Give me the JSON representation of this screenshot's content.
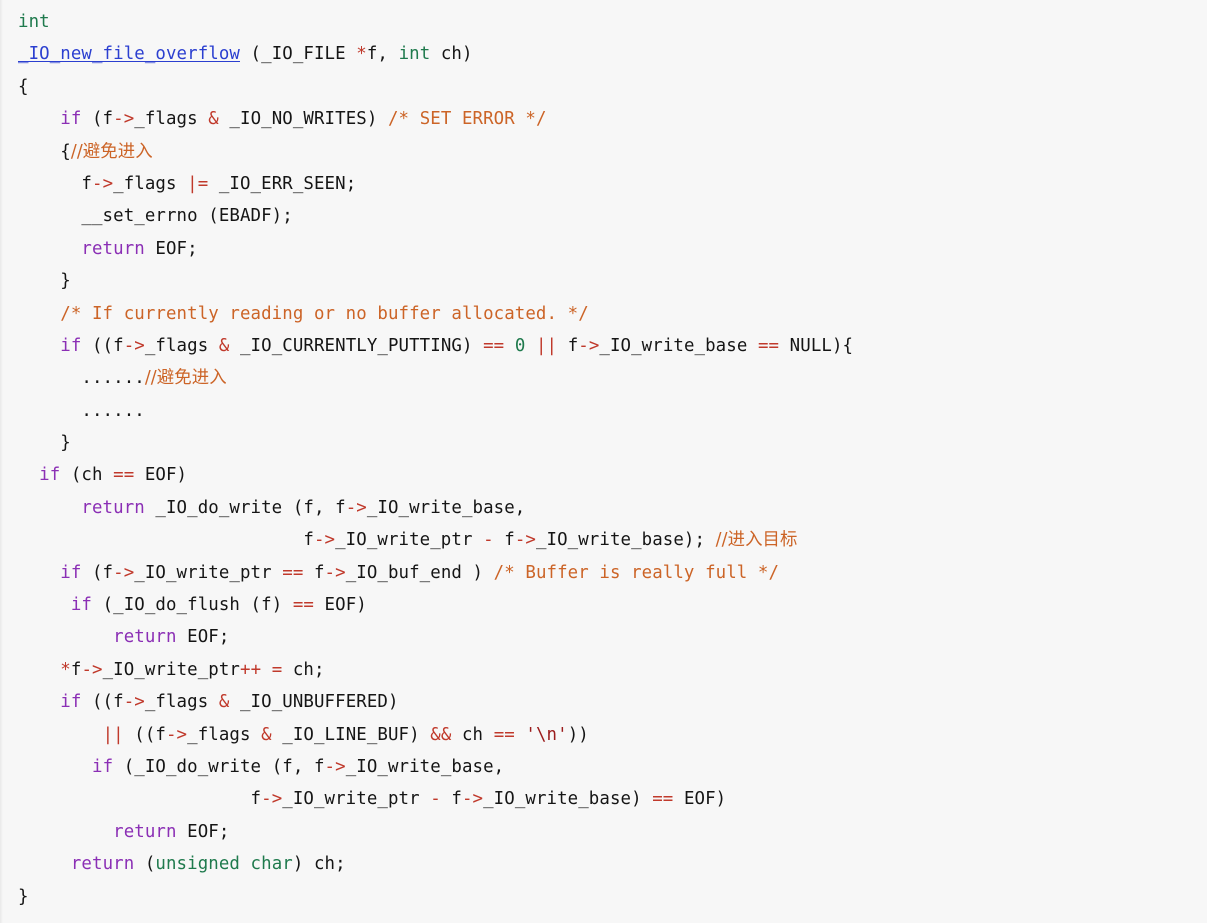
{
  "document": {
    "kind": "source-code-listing",
    "language": "C",
    "function_name": "_IO_new_file_overflow",
    "background_color": "#f7f7f7",
    "palette": {
      "keyword": "#8b2fb5",
      "type": "#1f7a4d",
      "number": "#1f7a4d",
      "operator": "#c0392b",
      "comment": "#cc6427",
      "string": "#9b1c1c",
      "function": "#2b3fd0",
      "plain": "#151515"
    }
  },
  "lines": [
    {
      "n": 1,
      "text": "int"
    },
    {
      "n": 2,
      "text": "_IO_new_file_overflow (_IO_FILE *f, int ch)"
    },
    {
      "n": 3,
      "text": "{"
    },
    {
      "n": 4,
      "text": "    if (f->_flags & _IO_NO_WRITES) /* SET ERROR */"
    },
    {
      "n": 5,
      "text": "    {//避免进入"
    },
    {
      "n": 6,
      "text": "      f->_flags |= _IO_ERR_SEEN;"
    },
    {
      "n": 7,
      "text": "      __set_errno (EBADF);"
    },
    {
      "n": 8,
      "text": "      return EOF;"
    },
    {
      "n": 9,
      "text": "    }"
    },
    {
      "n": 10,
      "text": "    /* If currently reading or no buffer allocated. */"
    },
    {
      "n": 11,
      "text": "    if ((f->_flags & _IO_CURRENTLY_PUTTING) == 0 || f->_IO_write_base == NULL){"
    },
    {
      "n": 12,
      "text": "      ......//避免进入"
    },
    {
      "n": 13,
      "text": "      ......"
    },
    {
      "n": 14,
      "text": "    }"
    },
    {
      "n": 15,
      "text": "  if (ch == EOF)"
    },
    {
      "n": 16,
      "text": "      return _IO_do_write (f, f->_IO_write_base,"
    },
    {
      "n": 17,
      "text": "                           f->_IO_write_ptr - f->_IO_write_base); //进入目标"
    },
    {
      "n": 18,
      "text": "    if (f->_IO_write_ptr == f->_IO_buf_end ) /* Buffer is really full */"
    },
    {
      "n": 19,
      "text": "     if (_IO_do_flush (f) == EOF)"
    },
    {
      "n": 20,
      "text": "         return EOF;"
    },
    {
      "n": 21,
      "text": "    *f->_IO_write_ptr++ = ch;"
    },
    {
      "n": 22,
      "text": "    if ((f->_flags & _IO_UNBUFFERED)"
    },
    {
      "n": 23,
      "text": "        || ((f->_flags & _IO_LINE_BUF) && ch == '\\n'))"
    },
    {
      "n": 24,
      "text": "       if (_IO_do_write (f, f->_IO_write_base,"
    },
    {
      "n": 25,
      "text": "                      f->_IO_write_ptr - f->_IO_write_base) == EOF)"
    },
    {
      "n": 26,
      "text": "         return EOF;"
    },
    {
      "n": 27,
      "text": "     return (unsigned char) ch;"
    },
    {
      "n": 28,
      "text": "}"
    }
  ],
  "tokens": {
    "line1": [
      {
        "t": "int",
        "c": "tok-type"
      }
    ],
    "line2": [
      {
        "t": "_IO_new_file_overflow",
        "c": "tok-fn"
      },
      {
        "t": " (_IO_FILE ",
        "c": "tok-plain"
      },
      {
        "t": "*",
        "c": "tok-op"
      },
      {
        "t": "f, ",
        "c": "tok-plain"
      },
      {
        "t": "int",
        "c": "tok-type"
      },
      {
        "t": " ch)",
        "c": "tok-plain"
      }
    ],
    "line3": [
      {
        "t": "{",
        "c": "tok-plain"
      }
    ],
    "line4": [
      {
        "t": "    ",
        "c": "tok-plain"
      },
      {
        "t": "if",
        "c": "tok-kw"
      },
      {
        "t": " (f",
        "c": "tok-plain"
      },
      {
        "t": "->",
        "c": "tok-op"
      },
      {
        "t": "_flags ",
        "c": "tok-plain"
      },
      {
        "t": "&",
        "c": "tok-op"
      },
      {
        "t": " _IO_NO_WRITES) ",
        "c": "tok-plain"
      },
      {
        "t": "/* SET ERROR */",
        "c": "tok-comment"
      }
    ],
    "line5": [
      {
        "t": "    {",
        "c": "tok-plain"
      },
      {
        "t": "//避免进入",
        "c": "tok-comment cjk"
      }
    ],
    "line6": [
      {
        "t": "      f",
        "c": "tok-plain"
      },
      {
        "t": "->",
        "c": "tok-op"
      },
      {
        "t": "_flags ",
        "c": "tok-plain"
      },
      {
        "t": "|=",
        "c": "tok-op"
      },
      {
        "t": " _IO_ERR_SEEN;",
        "c": "tok-plain"
      }
    ],
    "line7": [
      {
        "t": "      __set_errno (EBADF);",
        "c": "tok-plain"
      }
    ],
    "line8": [
      {
        "t": "      ",
        "c": "tok-plain"
      },
      {
        "t": "return",
        "c": "tok-kw"
      },
      {
        "t": " EOF;",
        "c": "tok-plain"
      }
    ],
    "line9": [
      {
        "t": "    }",
        "c": "tok-plain"
      }
    ],
    "line10": [
      {
        "t": "    ",
        "c": "tok-plain"
      },
      {
        "t": "/* If currently reading or no buffer allocated. */",
        "c": "tok-comment"
      }
    ],
    "line11": [
      {
        "t": "    ",
        "c": "tok-plain"
      },
      {
        "t": "if",
        "c": "tok-kw"
      },
      {
        "t": " ((f",
        "c": "tok-plain"
      },
      {
        "t": "->",
        "c": "tok-op"
      },
      {
        "t": "_flags ",
        "c": "tok-plain"
      },
      {
        "t": "&",
        "c": "tok-op"
      },
      {
        "t": " _IO_CURRENTLY_PUTTING) ",
        "c": "tok-plain"
      },
      {
        "t": "==",
        "c": "tok-op"
      },
      {
        "t": " ",
        "c": "tok-plain"
      },
      {
        "t": "0",
        "c": "tok-num"
      },
      {
        "t": " ",
        "c": "tok-plain"
      },
      {
        "t": "||",
        "c": "tok-op"
      },
      {
        "t": " f",
        "c": "tok-plain"
      },
      {
        "t": "->",
        "c": "tok-op"
      },
      {
        "t": "_IO_write_base ",
        "c": "tok-plain"
      },
      {
        "t": "==",
        "c": "tok-op"
      },
      {
        "t": " NULL){",
        "c": "tok-plain"
      }
    ],
    "line12": [
      {
        "t": "      ......",
        "c": "tok-plain"
      },
      {
        "t": "//避免进入",
        "c": "tok-comment cjk"
      }
    ],
    "line13": [
      {
        "t": "      ......",
        "c": "tok-plain"
      }
    ],
    "line14": [
      {
        "t": "    }",
        "c": "tok-plain"
      }
    ],
    "line15": [
      {
        "t": "  ",
        "c": "tok-plain"
      },
      {
        "t": "if",
        "c": "tok-kw"
      },
      {
        "t": " (ch ",
        "c": "tok-plain"
      },
      {
        "t": "==",
        "c": "tok-op"
      },
      {
        "t": " EOF)",
        "c": "tok-plain"
      }
    ],
    "line16": [
      {
        "t": "      ",
        "c": "tok-plain"
      },
      {
        "t": "return",
        "c": "tok-kw"
      },
      {
        "t": " _IO_do_write (f, f",
        "c": "tok-plain"
      },
      {
        "t": "->",
        "c": "tok-op"
      },
      {
        "t": "_IO_write_base,",
        "c": "tok-plain"
      }
    ],
    "line17": [
      {
        "t": "                           f",
        "c": "tok-plain"
      },
      {
        "t": "->",
        "c": "tok-op"
      },
      {
        "t": "_IO_write_ptr ",
        "c": "tok-plain"
      },
      {
        "t": "-",
        "c": "tok-op"
      },
      {
        "t": " f",
        "c": "tok-plain"
      },
      {
        "t": "->",
        "c": "tok-op"
      },
      {
        "t": "_IO_write_base); ",
        "c": "tok-plain"
      },
      {
        "t": "//进入目标",
        "c": "tok-comment cjk"
      }
    ],
    "line18": [
      {
        "t": "    ",
        "c": "tok-plain"
      },
      {
        "t": "if",
        "c": "tok-kw"
      },
      {
        "t": " (f",
        "c": "tok-plain"
      },
      {
        "t": "->",
        "c": "tok-op"
      },
      {
        "t": "_IO_write_ptr ",
        "c": "tok-plain"
      },
      {
        "t": "==",
        "c": "tok-op"
      },
      {
        "t": " f",
        "c": "tok-plain"
      },
      {
        "t": "->",
        "c": "tok-op"
      },
      {
        "t": "_IO_buf_end ) ",
        "c": "tok-plain"
      },
      {
        "t": "/* Buffer is really full */",
        "c": "tok-comment"
      }
    ],
    "line19": [
      {
        "t": "     ",
        "c": "tok-plain"
      },
      {
        "t": "if",
        "c": "tok-kw"
      },
      {
        "t": " (_IO_do_flush (f) ",
        "c": "tok-plain"
      },
      {
        "t": "==",
        "c": "tok-op"
      },
      {
        "t": " EOF)",
        "c": "tok-plain"
      }
    ],
    "line20": [
      {
        "t": "         ",
        "c": "tok-plain"
      },
      {
        "t": "return",
        "c": "tok-kw"
      },
      {
        "t": " EOF;",
        "c": "tok-plain"
      }
    ],
    "line21": [
      {
        "t": "    ",
        "c": "tok-plain"
      },
      {
        "t": "*",
        "c": "tok-op"
      },
      {
        "t": "f",
        "c": "tok-plain"
      },
      {
        "t": "->",
        "c": "tok-op"
      },
      {
        "t": "_IO_write_ptr",
        "c": "tok-plain"
      },
      {
        "t": "++",
        "c": "tok-op"
      },
      {
        "t": " ",
        "c": "tok-plain"
      },
      {
        "t": "=",
        "c": "tok-op"
      },
      {
        "t": " ch;",
        "c": "tok-plain"
      }
    ],
    "line22": [
      {
        "t": "    ",
        "c": "tok-plain"
      },
      {
        "t": "if",
        "c": "tok-kw"
      },
      {
        "t": " ((f",
        "c": "tok-plain"
      },
      {
        "t": "->",
        "c": "tok-op"
      },
      {
        "t": "_flags ",
        "c": "tok-plain"
      },
      {
        "t": "&",
        "c": "tok-op"
      },
      {
        "t": " _IO_UNBUFFERED)",
        "c": "tok-plain"
      }
    ],
    "line23": [
      {
        "t": "        ",
        "c": "tok-plain"
      },
      {
        "t": "||",
        "c": "tok-op"
      },
      {
        "t": " ((f",
        "c": "tok-plain"
      },
      {
        "t": "->",
        "c": "tok-op"
      },
      {
        "t": "_flags ",
        "c": "tok-plain"
      },
      {
        "t": "&",
        "c": "tok-op"
      },
      {
        "t": " _IO_LINE_BUF) ",
        "c": "tok-plain"
      },
      {
        "t": "&&",
        "c": "tok-op"
      },
      {
        "t": " ch ",
        "c": "tok-plain"
      },
      {
        "t": "==",
        "c": "tok-op"
      },
      {
        "t": " ",
        "c": "tok-plain"
      },
      {
        "t": "'\\n'",
        "c": "tok-str"
      },
      {
        "t": "))",
        "c": "tok-plain"
      }
    ],
    "line24": [
      {
        "t": "       ",
        "c": "tok-plain"
      },
      {
        "t": "if",
        "c": "tok-kw"
      },
      {
        "t": " (_IO_do_write (f, f",
        "c": "tok-plain"
      },
      {
        "t": "->",
        "c": "tok-op"
      },
      {
        "t": "_IO_write_base,",
        "c": "tok-plain"
      }
    ],
    "line25": [
      {
        "t": "                      f",
        "c": "tok-plain"
      },
      {
        "t": "->",
        "c": "tok-op"
      },
      {
        "t": "_IO_write_ptr ",
        "c": "tok-plain"
      },
      {
        "t": "-",
        "c": "tok-op"
      },
      {
        "t": " f",
        "c": "tok-plain"
      },
      {
        "t": "->",
        "c": "tok-op"
      },
      {
        "t": "_IO_write_base) ",
        "c": "tok-plain"
      },
      {
        "t": "==",
        "c": "tok-op"
      },
      {
        "t": " EOF)",
        "c": "tok-plain"
      }
    ],
    "line26": [
      {
        "t": "         ",
        "c": "tok-plain"
      },
      {
        "t": "return",
        "c": "tok-kw"
      },
      {
        "t": " EOF;",
        "c": "tok-plain"
      }
    ],
    "line27": [
      {
        "t": "     ",
        "c": "tok-plain"
      },
      {
        "t": "return",
        "c": "tok-kw"
      },
      {
        "t": " (",
        "c": "tok-plain"
      },
      {
        "t": "unsigned char",
        "c": "tok-type"
      },
      {
        "t": ") ch;",
        "c": "tok-plain"
      }
    ],
    "line28": [
      {
        "t": "}",
        "c": "tok-plain"
      }
    ]
  }
}
